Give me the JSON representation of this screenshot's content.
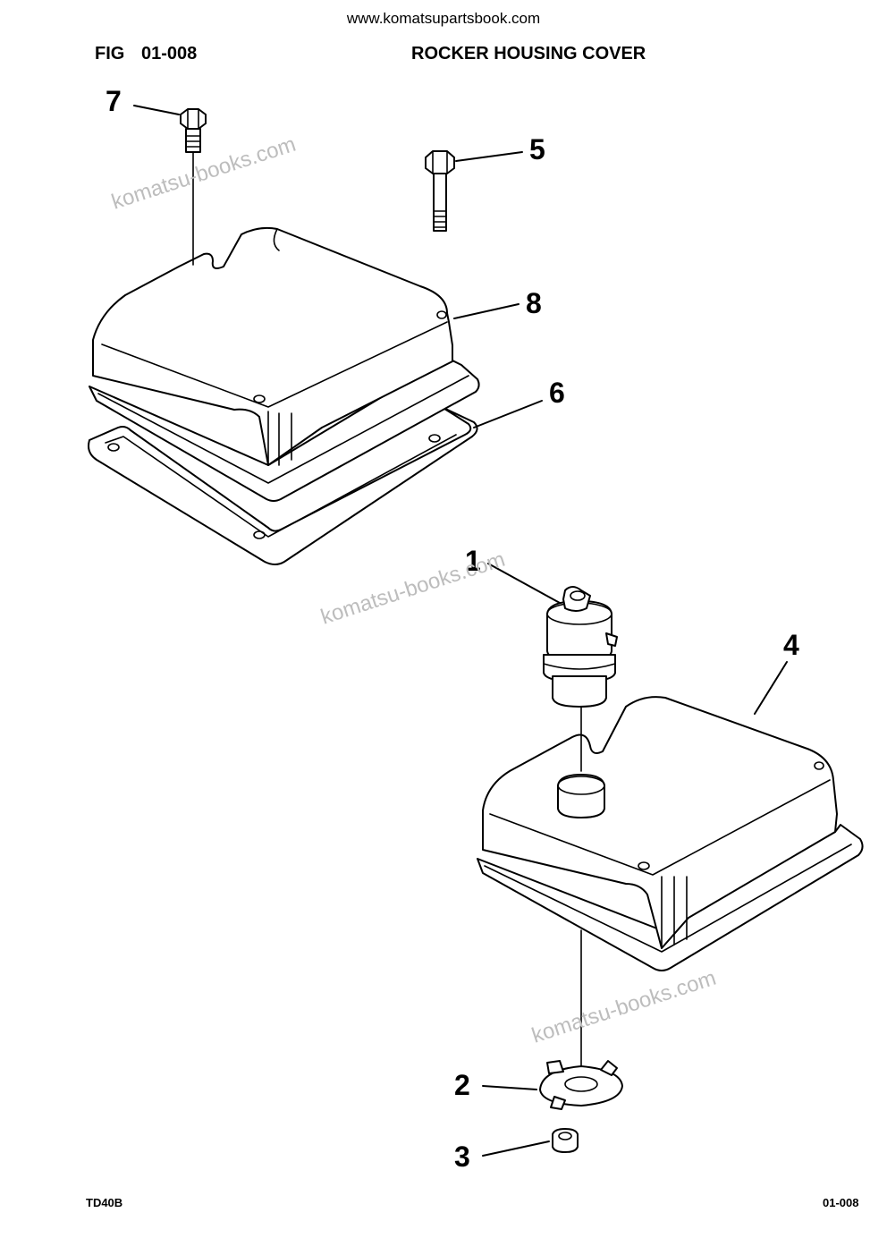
{
  "header": {
    "site_url": "www.komatsupartsbook.com",
    "fig_label": "FIG",
    "fig_number": "01-008",
    "title": "ROCKER HOUSING COVER"
  },
  "callouts": [
    {
      "id": "c1",
      "label": "1"
    },
    {
      "id": "c2",
      "label": "2"
    },
    {
      "id": "c3",
      "label": "3"
    },
    {
      "id": "c4",
      "label": "4"
    },
    {
      "id": "c5",
      "label": "5"
    },
    {
      "id": "c6",
      "label": "6"
    },
    {
      "id": "c7",
      "label": "7"
    },
    {
      "id": "c8",
      "label": "8"
    }
  ],
  "watermarks": [
    "komatsu-books.com",
    "komatsu-books.com",
    "komatsu-books.com"
  ],
  "footer": {
    "model": "TD40B",
    "page_code": "01-008"
  }
}
